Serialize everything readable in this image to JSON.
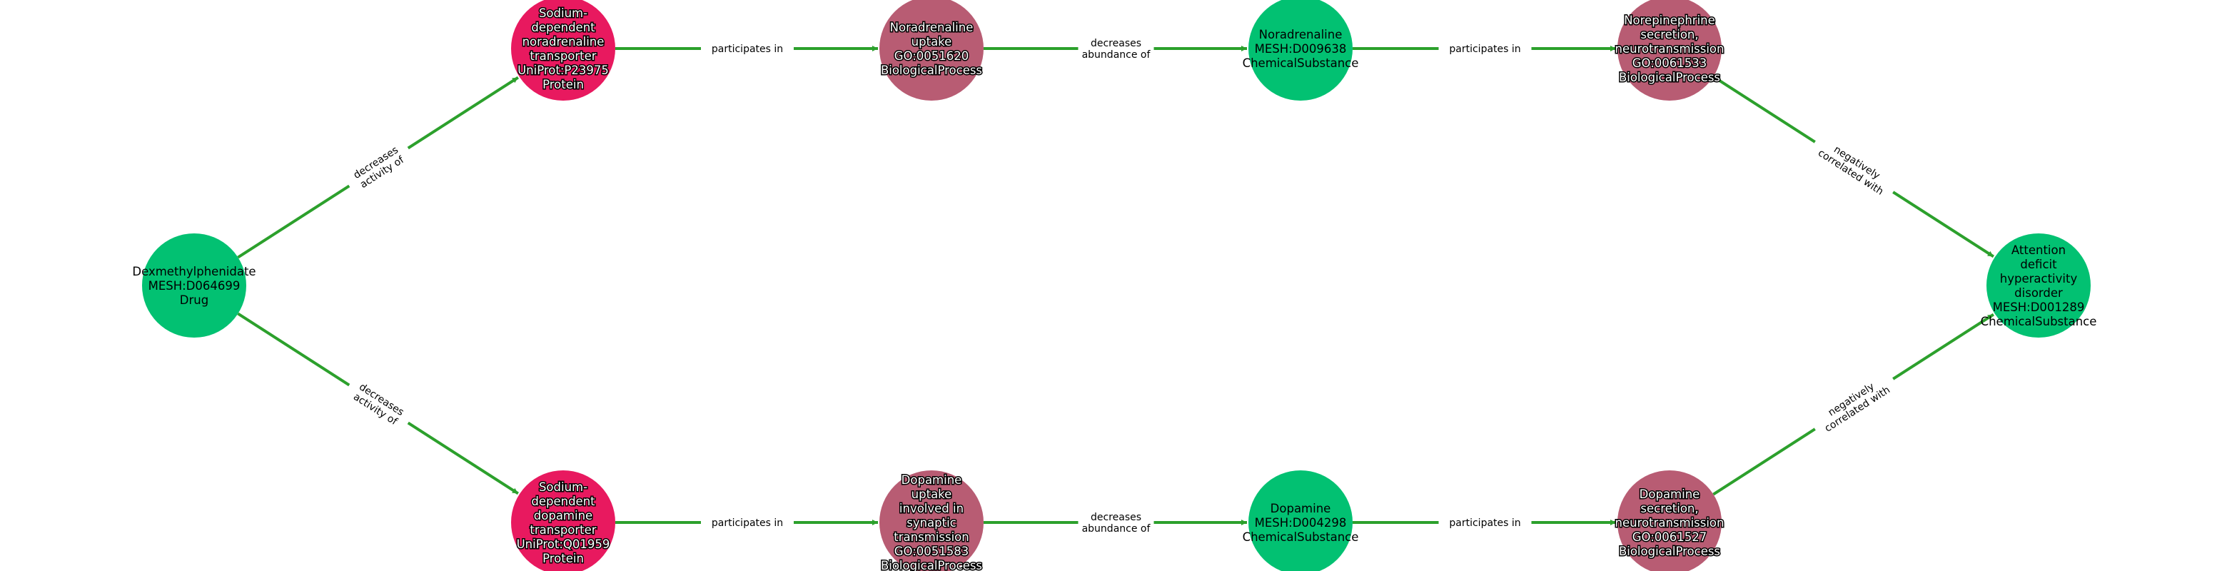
{
  "colors": {
    "edge": "#2ca02c",
    "drug": "#02c172",
    "chemical": "#02c172",
    "protein": "#e8195f",
    "process": "#b85c73"
  },
  "nodes": [
    {
      "id": "dex",
      "type": "drug",
      "lines": [
        "Dexmethylphenidate",
        "MESH:D064699",
        "Drug"
      ]
    },
    {
      "id": "net",
      "type": "protein",
      "lines": [
        "Sodium-",
        "dependent",
        "noradrenaline",
        "transporter",
        "UniProt:P23975",
        "Protein"
      ]
    },
    {
      "id": "dat",
      "type": "protein",
      "lines": [
        "Sodium-",
        "dependent",
        "dopamine",
        "transporter",
        "UniProt:Q01959",
        "Protein"
      ]
    },
    {
      "id": "nauptake",
      "type": "process",
      "lines": [
        "Noradrenaline",
        "uptake",
        "GO:0051620",
        "BiologicalProcess"
      ]
    },
    {
      "id": "dauptake",
      "type": "process",
      "lines": [
        "Dopamine",
        "uptake",
        "involved in",
        "synaptic",
        "transmission",
        "GO:0051583",
        "BiologicalProcess"
      ]
    },
    {
      "id": "na",
      "type": "chemical",
      "lines": [
        "Noradrenaline",
        "MESH:D009638",
        "ChemicalSubstance"
      ]
    },
    {
      "id": "da",
      "type": "chemical",
      "lines": [
        "Dopamine",
        "MESH:D004298",
        "ChemicalSubstance"
      ]
    },
    {
      "id": "nesec",
      "type": "process",
      "lines": [
        "Norepinephrine",
        "secretion,",
        "neurotransmission",
        "GO:0061533",
        "BiologicalProcess"
      ]
    },
    {
      "id": "dasec",
      "type": "process",
      "lines": [
        "Dopamine",
        "secretion,",
        "neurotransmission",
        "GO:0061527",
        "BiologicalProcess"
      ]
    },
    {
      "id": "adhd",
      "type": "chemical",
      "lines": [
        "Attention",
        "deficit",
        "hyperactivity",
        "disorder",
        "MESH:D001289",
        "ChemicalSubstance"
      ]
    }
  ],
  "edges": [
    {
      "source": "dex",
      "target": "net",
      "label": [
        "decreases",
        "activity of"
      ]
    },
    {
      "source": "dex",
      "target": "dat",
      "label": [
        "decreases",
        "activity of"
      ]
    },
    {
      "source": "net",
      "target": "nauptake",
      "label": [
        "participates in"
      ]
    },
    {
      "source": "dat",
      "target": "dauptake",
      "label": [
        "participates in"
      ]
    },
    {
      "source": "nauptake",
      "target": "na",
      "label": [
        "decreases",
        "abundance of"
      ]
    },
    {
      "source": "dauptake",
      "target": "da",
      "label": [
        "decreases",
        "abundance of"
      ]
    },
    {
      "source": "na",
      "target": "nesec",
      "label": [
        "participates in"
      ]
    },
    {
      "source": "da",
      "target": "dasec",
      "label": [
        "participates in"
      ]
    },
    {
      "source": "nesec",
      "target": "adhd",
      "label": [
        "negatively",
        "correlated with"
      ]
    },
    {
      "source": "dasec",
      "target": "adhd",
      "label": [
        "negatively",
        "correlated with"
      ]
    }
  ]
}
